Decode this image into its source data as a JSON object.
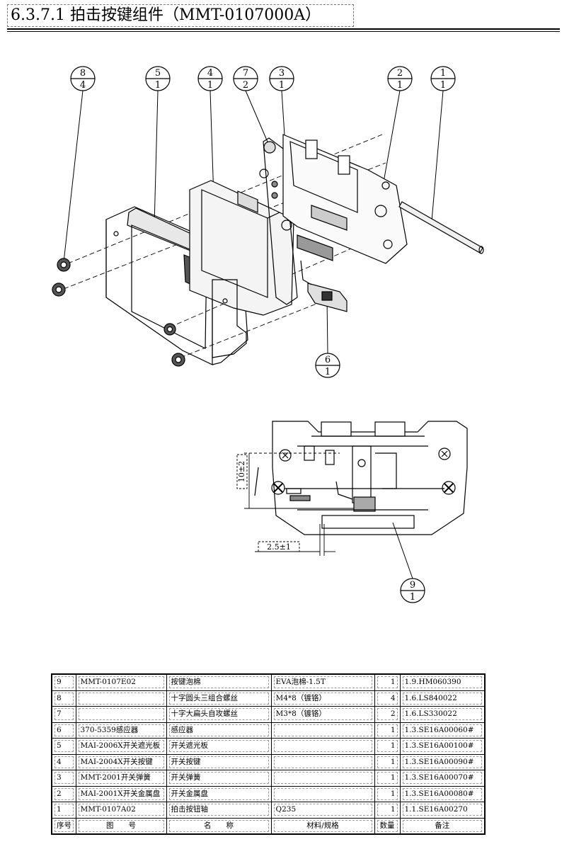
{
  "title": "6.3.7.1 拍击按键组件（MMT-0107000A）",
  "balloons": [
    {
      "item": "8",
      "qty": "4"
    },
    {
      "item": "5",
      "qty": "1"
    },
    {
      "item": "4",
      "qty": "1"
    },
    {
      "item": "7",
      "qty": "2"
    },
    {
      "item": "3",
      "qty": "1"
    },
    {
      "item": "2",
      "qty": "1"
    },
    {
      "item": "1",
      "qty": "1"
    },
    {
      "item": "6",
      "qty": "1"
    },
    {
      "item": "9",
      "qty": "1"
    }
  ],
  "dimensions": {
    "vertical": "10±2",
    "horizontal": "2.5±1"
  },
  "bom": {
    "headers": {
      "seq": "序号",
      "drawing": "图　　号",
      "name": "名　　称",
      "spec": "材料/规格",
      "qty": "数量",
      "note": "备注"
    },
    "rows": [
      {
        "seq": "9",
        "drawing": "MMT-0107E02",
        "name": "按键泡棉",
        "spec": "EVA泡棉-1.5T",
        "qty": "1",
        "note": "1.9.HM060390"
      },
      {
        "seq": "8",
        "drawing": "",
        "name": "十字圆头三组合螺丝",
        "spec": "M4*8（镀铬）",
        "qty": "4",
        "note": "1.6.LS840022"
      },
      {
        "seq": "7",
        "drawing": "",
        "name": "十字大扁头自攻螺丝",
        "spec": "M3*8（镀铬）",
        "qty": "2",
        "note": "1.6.LS330022"
      },
      {
        "seq": "6",
        "drawing": "370-5359感应器",
        "name": "感应器",
        "spec": "",
        "qty": "1",
        "note": "1.3.SE16A00060#"
      },
      {
        "seq": "5",
        "drawing": "MAI-2006X开关遮光板",
        "name": "开关遮光板",
        "spec": "",
        "qty": "1",
        "note": "1.3.SE16A00100#"
      },
      {
        "seq": "4",
        "drawing": "MAI-2004X开关按键",
        "name": "开关按键",
        "spec": "",
        "qty": "1",
        "note": "1.3.SE16A00090#"
      },
      {
        "seq": "3",
        "drawing": "MMT-2001开关弹簧",
        "name": "开关弹簧",
        "spec": "",
        "qty": "1",
        "note": "1.3.SE16A00070#"
      },
      {
        "seq": "2",
        "drawing": "MAI-2001X开关金属盘",
        "name": "开关金属盘",
        "spec": "",
        "qty": "1",
        "note": "1.3.SE16A00080#"
      },
      {
        "seq": "1",
        "drawing": "MMT-0107A02",
        "name": "拍击按钮轴",
        "spec": "Q235",
        "qty": "1",
        "note": "1.1.SE16A00270"
      }
    ]
  }
}
